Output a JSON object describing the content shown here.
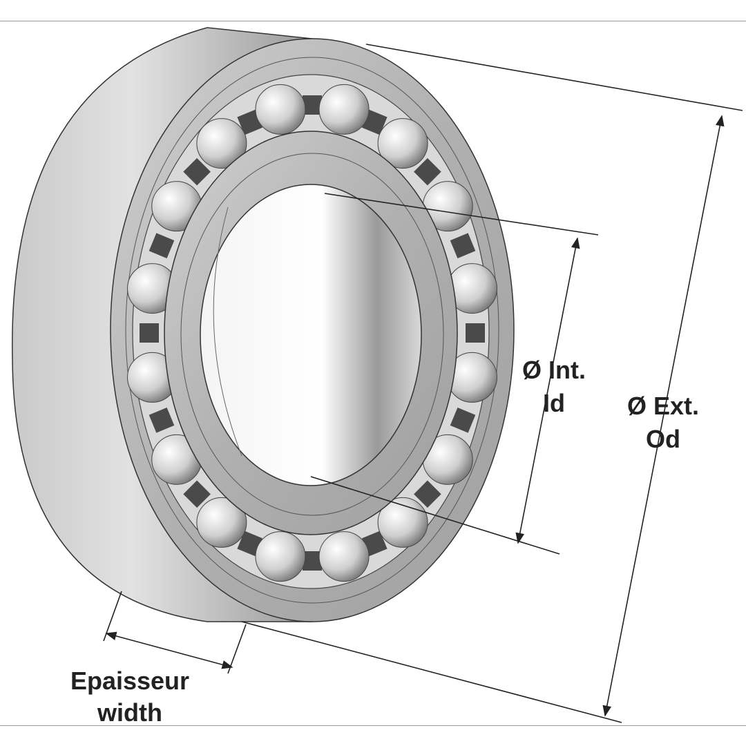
{
  "labels": {
    "inner_diameter": {
      "line1": "Ø Int.",
      "line2": "Id"
    },
    "outer_diameter": {
      "line1": "Ø Ext.",
      "line2": "Od"
    },
    "width": {
      "line1": "Epaisseur",
      "line2": "width"
    }
  },
  "colors": {
    "ring": "#b8b8b8",
    "ring_light": "#e6e6e6",
    "cage": "#4a4a4a",
    "line": "#222222"
  },
  "ball_count": 16
}
